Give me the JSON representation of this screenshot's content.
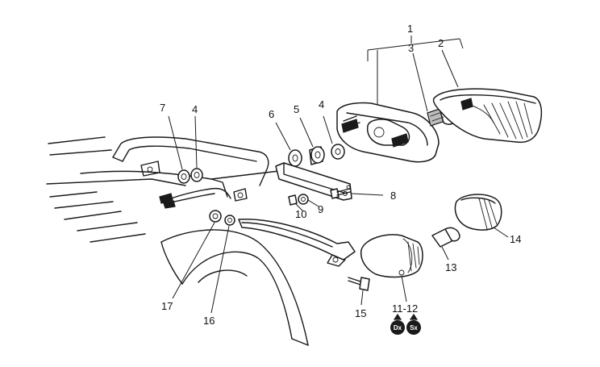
{
  "callouts": {
    "c1": "1",
    "c2": "2",
    "c3": "3",
    "c4a": "4",
    "c4b": "4",
    "c5": "5",
    "c6": "6",
    "c7": "7",
    "c8": "8",
    "c9": "9",
    "c10": "10",
    "c11_12": "11-12",
    "c13": "13",
    "c14": "14",
    "c15": "15",
    "c16": "16",
    "c17": "17"
  },
  "badges": {
    "right": "Dx",
    "left": "Sx"
  }
}
